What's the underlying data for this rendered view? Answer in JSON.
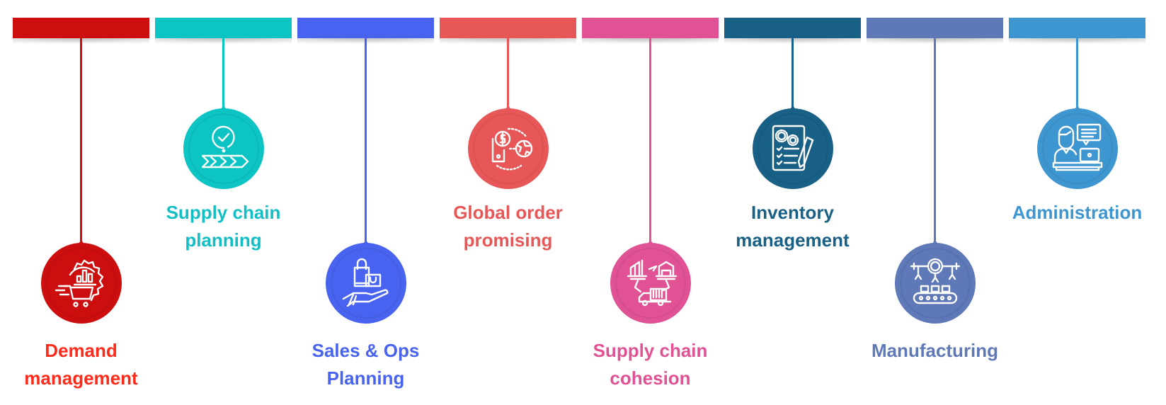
{
  "items": [
    {
      "label_line1": "Demand",
      "label_line2": "management",
      "icon": "shopping-cart-gear-chart-icon",
      "bar_color": "#cc0e0e",
      "circle_color": "#cc0e0e",
      "text_color": "#ff2a1a"
    },
    {
      "label_line1": "Supply chain",
      "label_line2": "planning",
      "icon": "checkmark-progress-arrows-icon",
      "bar_color": "#0cc4c4",
      "circle_color": "#0cc4c4",
      "text_color": "#13bfc4"
    },
    {
      "label_line1": "Sales & Ops",
      "label_line2": "Planning",
      "icon": "shopping-bags-hand-icon",
      "bar_color": "#4863ef",
      "circle_color": "#4863ef",
      "text_color": "#4863ef"
    },
    {
      "label_line1": "Global order",
      "label_line2": "promising",
      "icon": "payment-globe-icon",
      "bar_color": "#e85757",
      "circle_color": "#e85757",
      "text_color": "#e85757"
    },
    {
      "label_line1": "Supply chain",
      "label_line2": "cohesion",
      "icon": "factory-warehouse-truck-cycle-icon",
      "bar_color": "#e05293",
      "circle_color": "#e05293",
      "text_color": "#e05293"
    },
    {
      "label_line1": "Inventory",
      "label_line2": "management",
      "icon": "checklist-gears-pencil-icon",
      "bar_color": "#186085",
      "circle_color": "#186085",
      "text_color": "#186085"
    },
    {
      "label_line1": "Manufacturing",
      "label_line2": "",
      "icon": "conveyor-robot-arms-icon",
      "bar_color": "#5e78b8",
      "circle_color": "#5e78b8",
      "text_color": "#5e78b8"
    },
    {
      "label_line1": "Administration",
      "label_line2": "",
      "icon": "person-laptop-chat-icon",
      "bar_color": "#3d96d0",
      "circle_color": "#3d96d0",
      "text_color": "#3d96d0"
    }
  ]
}
